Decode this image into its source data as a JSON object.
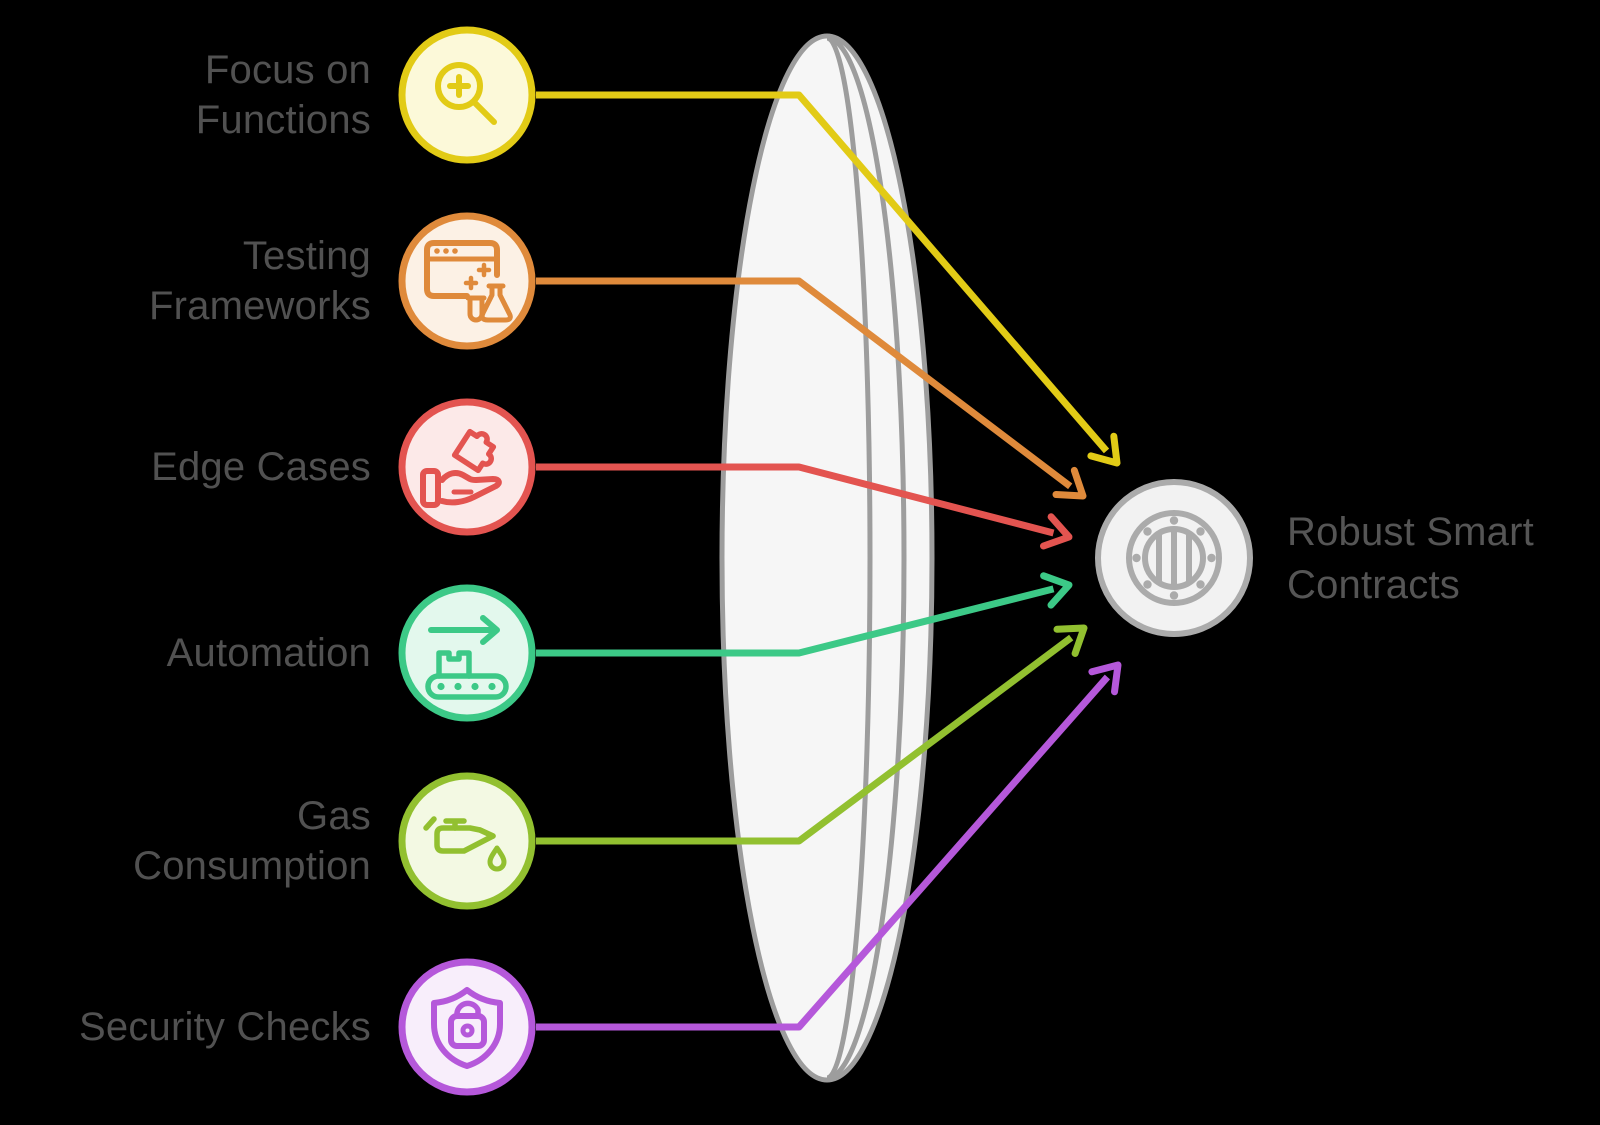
{
  "background": "#000000",
  "text_color": "#515151",
  "title": {
    "line1": "Robust Smart",
    "line2": "Contracts"
  },
  "items": [
    {
      "id": "focus-on-functions",
      "line1": "Focus on",
      "line2": "Functions",
      "icon": "magnifier-plus-icon",
      "color": "#e2cb16",
      "tint": "#fcf9d9"
    },
    {
      "id": "testing-frameworks",
      "line1": "Testing",
      "line2": "Frameworks",
      "icon": "browser-test-flask-icon",
      "color": "#df8a3b",
      "tint": "#fcf1e5"
    },
    {
      "id": "edge-cases",
      "line1": "Edge Cases",
      "icon": "hand-puzzle-icon",
      "color": "#e35450",
      "tint": "#fce9e8"
    },
    {
      "id": "automation",
      "line1": "Automation",
      "icon": "conveyor-belt-arrow-icon",
      "color": "#3cc987",
      "tint": "#e3f8ed"
    },
    {
      "id": "gas-consumption",
      "line1": "Gas",
      "line2": "Consumption",
      "icon": "oil-can-icon",
      "color": "#92c030",
      "tint": "#f3f9e3"
    },
    {
      "id": "security-checks",
      "line1": "Security Checks",
      "icon": "shield-lock-icon",
      "color": "#b558da",
      "tint": "#f8eefb"
    }
  ],
  "lens": {
    "fill": "#f6f6f6",
    "stroke": "#9d9d9d"
  },
  "target": {
    "icon": "porthole-icon",
    "fill": "#f2f2f2",
    "stroke": "#ababab"
  }
}
